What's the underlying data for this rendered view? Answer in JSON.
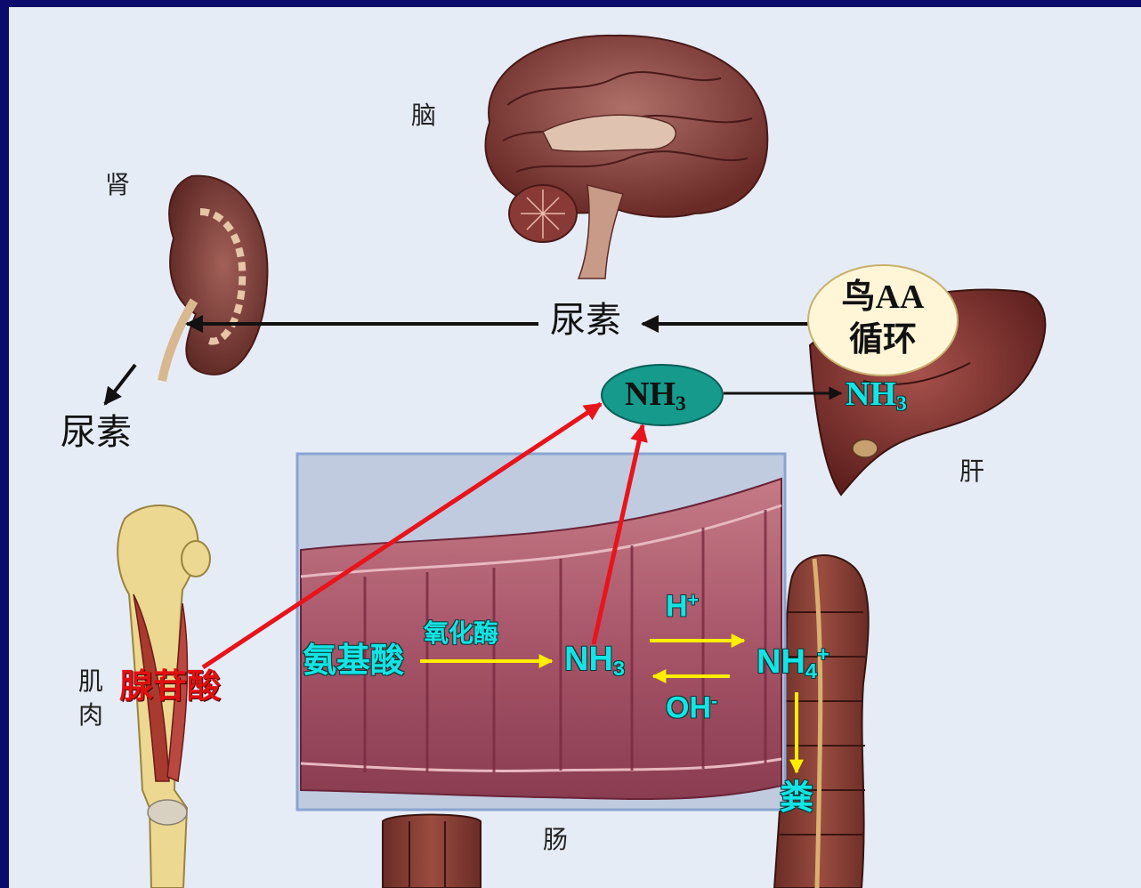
{
  "organs": {
    "brain": "脑",
    "kidney": "肾",
    "liver": "肝",
    "muscle_line1": "肌",
    "muscle_line2": "肉",
    "intestine": "肠"
  },
  "labels": {
    "urea_center": "尿素",
    "urea_kidney": "尿素",
    "cycle_line1": "鸟AA",
    "cycle_line2": "循环",
    "nh3_main": "NH",
    "nh3_main_sub": "3",
    "nh3_liver": "NH",
    "nh3_liver_sub": "3",
    "adenylate": "腺苷酸"
  },
  "intestine_reaction": {
    "amino_acid": "氨基酸",
    "oxidase": "氧化酶",
    "nh3": "NH",
    "nh3_sub": "3",
    "h_plus": "H",
    "h_plus_sup": "+",
    "oh_minus": "OH",
    "oh_minus_sup": "-",
    "nh4": "NH",
    "nh4_sub": "4",
    "nh4_sup": "+",
    "feces": "粪"
  },
  "colors": {
    "frame": "#0b0b6e",
    "background": "#e6ecf6",
    "red_arrow": "#e8141b",
    "yellow_arrow": "#ffee00",
    "cyan_text": "#14e4e4",
    "ellipse_fill": "#169a8c",
    "cycle_fill": "#fff6d8"
  }
}
